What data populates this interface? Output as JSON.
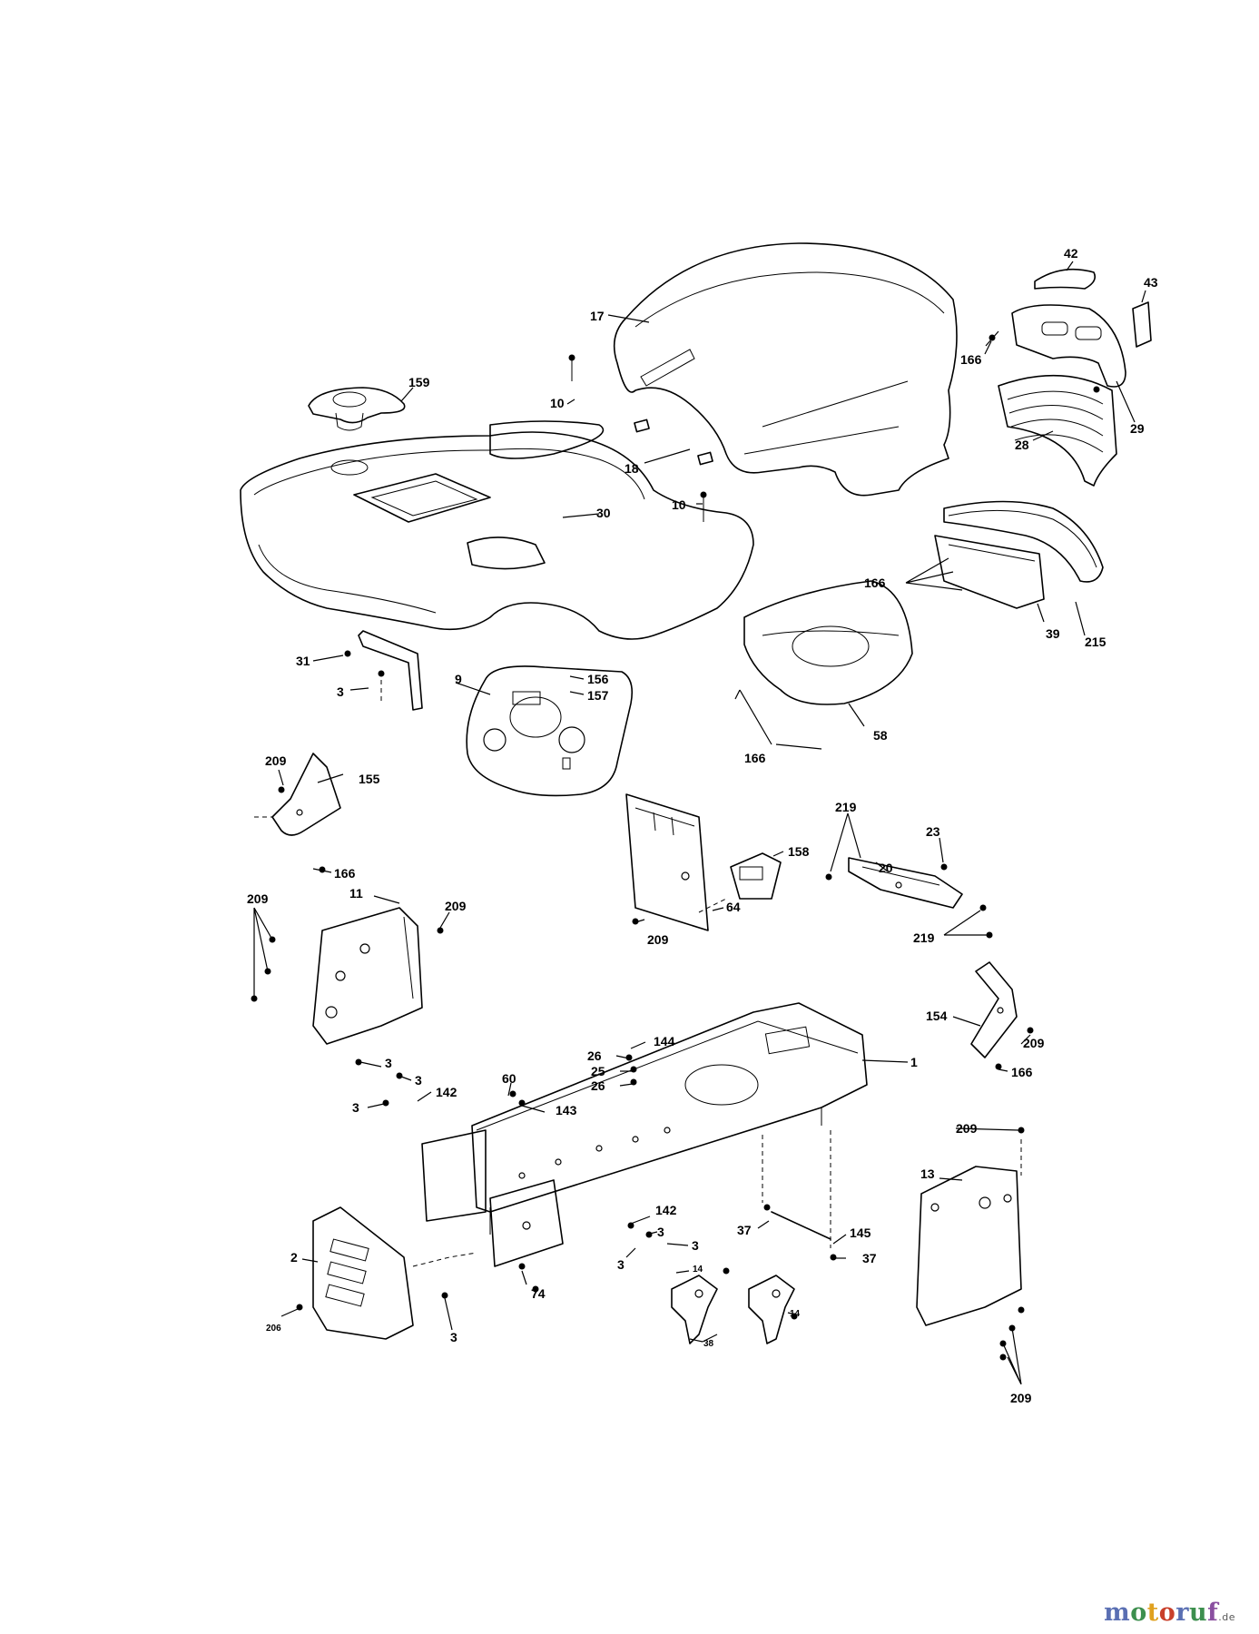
{
  "callouts": {
    "c17": "17",
    "c42": "42",
    "c43": "43",
    "c166a": "166",
    "c29": "29",
    "c28": "28",
    "c159": "159",
    "c10a": "10",
    "c18": "18",
    "c30": "30",
    "c10b": "10",
    "c166b": "166",
    "c39": "39",
    "c215": "215",
    "c58": "58",
    "c166c": "166",
    "c31": "31",
    "c3a": "3",
    "c9": "9",
    "c156": "156",
    "c157": "157",
    "c209a": "209",
    "c155": "155",
    "c166d": "166",
    "c219a": "219",
    "c20": "20",
    "c23": "23",
    "c158": "158",
    "c64": "64",
    "c209b": "209",
    "c219b": "219",
    "c209c": "209",
    "c11": "11",
    "c209d": "209",
    "c154": "154",
    "c209e": "209",
    "c166e": "166",
    "c144": "144",
    "c26a": "26",
    "c25": "25",
    "c26b": "26",
    "c1": "1",
    "c3b": "3",
    "c3c": "3",
    "c60": "60",
    "c3d": "3",
    "c142a": "142",
    "c143": "143",
    "c209f": "209",
    "c13": "13",
    "c142b": "142",
    "c3e": "3",
    "c3f": "3",
    "c3g": "3",
    "c37a": "37",
    "c145": "145",
    "c37b": "37",
    "c2": "2",
    "c74": "74",
    "c14a": "14",
    "c14b": "14",
    "c38": "38",
    "c206": "206",
    "c3h": "3",
    "c209g": "209"
  },
  "watermark": {
    "brand": "motoruf",
    "suffix": ".de"
  },
  "colors": {
    "ink": "#000000",
    "paper": "#ffffff"
  }
}
